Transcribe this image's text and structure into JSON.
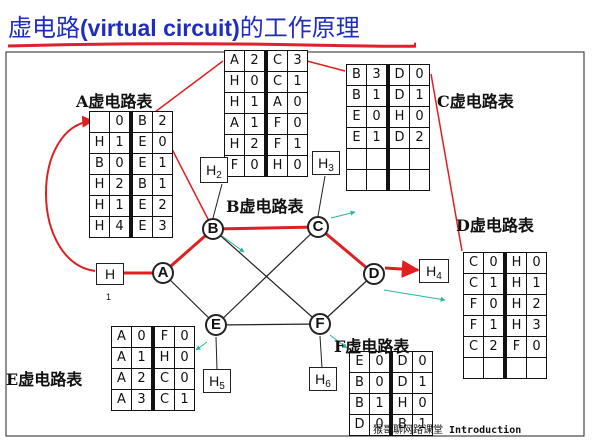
{
  "slide": {
    "title_zh_prefix": "虚电路",
    "title_en": "(virtual circuit)",
    "title_zh_suffix": "的工作原理"
  },
  "tables": {
    "A": {
      "label": "A虚电路表",
      "rows": [
        [
          "",
          "0",
          "B",
          "2"
        ],
        [
          "H",
          "1",
          "E",
          "0"
        ],
        [
          "B",
          "0",
          "E",
          "1"
        ],
        [
          "H",
          "2",
          "B",
          "1"
        ],
        [
          "H",
          "1",
          "E",
          "2"
        ],
        [
          "H",
          "4",
          "E",
          "3"
        ]
      ]
    },
    "B": {
      "label": "B虚电路表",
      "rows": [
        [
          "A",
          "2",
          "C",
          "3"
        ],
        [
          "H",
          "0",
          "C",
          "1"
        ],
        [
          "H",
          "1",
          "A",
          "0"
        ],
        [
          "A",
          "1",
          "F",
          "0"
        ],
        [
          "H",
          "2",
          "F",
          "1"
        ],
        [
          "F",
          "0",
          "H",
          "0"
        ]
      ]
    },
    "C": {
      "label": "C虚电路表",
      "rows": [
        [
          "B",
          "3",
          "D",
          "0"
        ],
        [
          "B",
          "1",
          "D",
          "1"
        ],
        [
          "E",
          "0",
          "H",
          "0"
        ],
        [
          "E",
          "1",
          "D",
          "2"
        ],
        [
          "",
          "",
          "",
          ""
        ],
        [
          "",
          "",
          "",
          ""
        ]
      ]
    },
    "D": {
      "label": "D虚电路表",
      "rows": [
        [
          "C",
          "0",
          "H",
          "0"
        ],
        [
          "C",
          "1",
          "H",
          "1"
        ],
        [
          "F",
          "0",
          "H",
          "2"
        ],
        [
          "F",
          "1",
          "H",
          "3"
        ],
        [
          "C",
          "2",
          "F",
          "0"
        ],
        [
          "",
          "",
          "",
          ""
        ]
      ]
    },
    "E": {
      "label": "E虚电路表",
      "rows": [
        [
          "A",
          "0",
          "F",
          "0"
        ],
        [
          "A",
          "1",
          "H",
          "0"
        ],
        [
          "A",
          "2",
          "C",
          "0"
        ],
        [
          "A",
          "3",
          "C",
          "1"
        ]
      ]
    },
    "F": {
      "label": "F虚电路表",
      "rows": [
        [
          "E",
          "0",
          "D",
          "0"
        ],
        [
          "B",
          "0",
          "D",
          "1"
        ],
        [
          "B",
          "1",
          "H",
          "0"
        ],
        [
          "D",
          "0",
          "B",
          "1"
        ]
      ]
    }
  },
  "nodes": {
    "A": "A",
    "B": "B",
    "C": "C",
    "D": "D",
    "E": "E",
    "F": "F"
  },
  "hosts": {
    "H1": {
      "letter": "H",
      "sub": "",
      "index": "1"
    },
    "H2": {
      "letter": "H",
      "sub": "2"
    },
    "H3": {
      "letter": "H",
      "sub": "3"
    },
    "H4": {
      "letter": "H",
      "sub": "4"
    },
    "H5": {
      "letter": "H",
      "sub": "5"
    },
    "H6": {
      "letter": "H",
      "sub": "6"
    }
  },
  "footer": {
    "zh": "猴哥聊网路课堂",
    "en": "Introduction"
  },
  "colors": {
    "title": "#1f2dbf",
    "underline": "#e0202a",
    "circuit_path": "#e02020",
    "connector_teal": "#2ab5a0"
  }
}
